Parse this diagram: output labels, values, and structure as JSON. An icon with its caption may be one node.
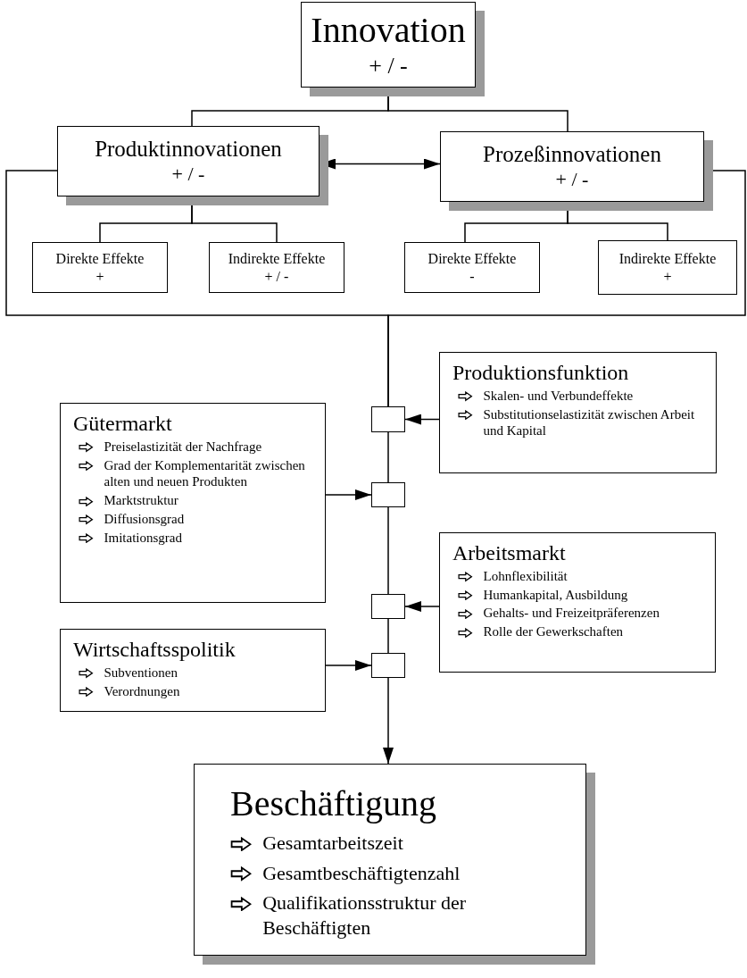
{
  "diagram": {
    "nodes": [
      {
        "text": [
          "Innovation",
          "+ / -"
        ]
      },
      {
        "text": [
          "Produktinnovationen",
          "+ / -"
        ]
      },
      {
        "text": [
          "Prozeßinnovationen",
          "+ / -"
        ]
      },
      {
        "text": [
          "Direkte Effekte",
          "+"
        ]
      },
      {
        "text": [
          "Indirekte Effekte",
          "+ / -"
        ]
      },
      {
        "text": [
          "Direkte Effekte",
          "-"
        ]
      },
      {
        "text": [
          "Indirekte Effekte",
          "+"
        ]
      },
      {
        "text": [
          "Produktionsfunktion",
          "Skalen- und Verbundeffekte",
          "Substitutionselastizität zwischen Arbeit und Kapital"
        ]
      },
      {
        "text": [
          "Gütermarkt",
          "Preiselastizität der Nachfrage",
          "Grad der Komplementarität zwischen alten und neuen Produkten",
          "Marktstruktur",
          "Diffusionsgrad",
          "Imitationsgrad"
        ]
      },
      {
        "text": [],
        "shape": "box"
      },
      {
        "text": [],
        "shape": "box"
      },
      {
        "text": [
          "Arbeitsmarkt",
          "Lohnflexibilität",
          "Humankapital, Ausbildung",
          "Gehalts- und Freizeitpräferenzen",
          "Rolle der Gewerkschaften"
        ]
      },
      {
        "text": [],
        "shape": "box"
      },
      {
        "text": [
          "Wirtschaftsspolitik",
          "Subventionen",
          "Verordnungen"
        ]
      },
      {
        "text": [],
        "shape": "box"
      },
      {
        "text": [
          "Beschäftigung",
          "Gesamtarbeitszeit",
          "Gesamtbeschäftigtenzahl",
          "Qualifikationsstruktur der Beschäftigten"
        ]
      }
    ],
    "edges": [
      {
        "from": 0,
        "to": 1,
        "arrow": "none"
      },
      {
        "from": 0,
        "to": 2,
        "arrow": "none"
      },
      {
        "from": 1,
        "to": 2,
        "arrow": "both"
      },
      {
        "from": 1,
        "to": 3,
        "arrow": "none"
      },
      {
        "from": 1,
        "to": 4,
        "arrow": "none"
      },
      {
        "from": 2,
        "to": 5,
        "arrow": "none"
      },
      {
        "from": 2,
        "to": 6,
        "arrow": "none"
      },
      {
        "from": 1,
        "to": 9,
        "arrow": "none"
      },
      {
        "from": 2,
        "to": 9,
        "arrow": "none"
      },
      {
        "from": 7,
        "to": 9,
        "arrow": "to"
      },
      {
        "from": 8,
        "to": 10,
        "arrow": "to"
      },
      {
        "from": 11,
        "to": 12,
        "arrow": "to"
      },
      {
        "from": 13,
        "to": 14,
        "arrow": "to"
      },
      {
        "from": 9,
        "to": 10,
        "arrow": "none"
      },
      {
        "from": 10,
        "to": 12,
        "arrow": "none"
      },
      {
        "from": 12,
        "to": 14,
        "arrow": "none"
      },
      {
        "from": 14,
        "to": 15,
        "arrow": "to"
      }
    ]
  }
}
